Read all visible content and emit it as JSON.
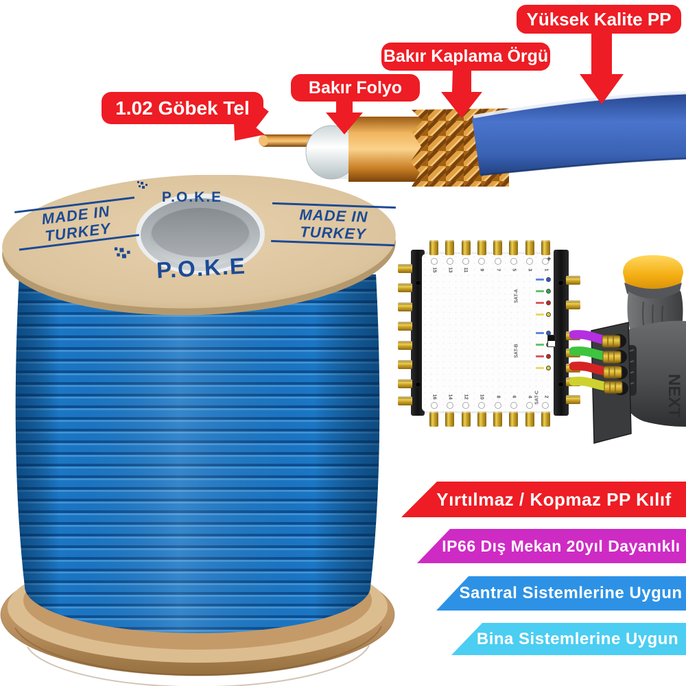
{
  "callouts": {
    "core": {
      "label": "1.02 Göbek Tel"
    },
    "foil": {
      "label": "Bakır Folyo"
    },
    "braid": {
      "label": "Bakır Kaplama Örgü"
    },
    "jacket": {
      "label": "Yüksek Kalite PP"
    },
    "arrow_icon": "red-down-arrow",
    "label_bg": "#ee1c24",
    "label_text_color": "#ffffff"
  },
  "cable_layers": [
    "copper core wire",
    "dielectric foam",
    "copper foil",
    "copper braid",
    "blue PP jacket"
  ],
  "spool": {
    "brand_top": "P.O.K.E",
    "brand_bottom": "P.O.K.E",
    "made_in_line1": "MADE IN",
    "made_in_line2": "TURKEY"
  },
  "multiswitch": {
    "plus_label": "+",
    "top_ports": [
      "15",
      "13",
      "11",
      "9",
      "7",
      "5",
      "3",
      "1"
    ],
    "bottom_ports": [
      "16",
      "14",
      "12",
      "10",
      "8",
      "6",
      "4",
      "2"
    ],
    "sat_a_label": "SAT-A",
    "sat_b_label": "SAT-B",
    "sat_c_label": "SAT-C",
    "led_colors": [
      "#2b5cd8",
      "#2fae3c",
      "#d0222a",
      "#e0cf2e"
    ],
    "cable_colors": [
      "#b32fe0",
      "#3ec43e",
      "#d62424",
      "#cdd22e"
    ]
  },
  "lnb": {
    "brand": "NEXT"
  },
  "banners": [
    {
      "label": "Yırtılmaz / Kopmaz PP Kılıf",
      "color": "#ee1c24"
    },
    {
      "label": "IP66 Dış Mekan 20yıl Dayanıklı",
      "color": "#ce2bc4"
    },
    {
      "label": "Santral Sistemlerine Uygun",
      "color": "#2d92e5"
    },
    {
      "label": "Bina Sistemlerine Uygun",
      "color": "#4ccdf2"
    }
  ],
  "colors": {
    "jacket_blue": "#3a62b4",
    "coil_blue": "#1b76c4",
    "spool_board_tan": "#dcc49e",
    "wood": "#c59a69",
    "brand_navy": "#1c4a94",
    "copper": "#cf8a2e"
  }
}
